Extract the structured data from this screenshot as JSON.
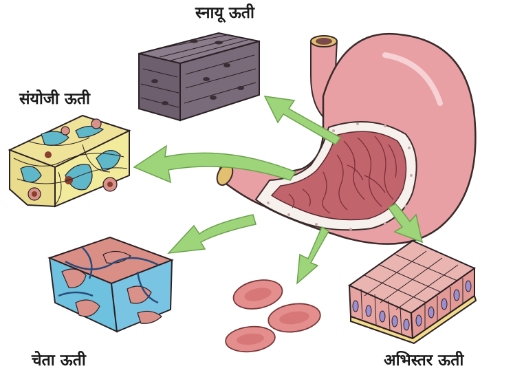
{
  "labels": {
    "muscle": "स्नायू ऊती",
    "connective": "संयोजी ऊती",
    "nerve": "चेता ऊती",
    "epithelial": "अभिस्तर ऊती"
  },
  "colors": {
    "stomach": "#e8a0a4",
    "stomach_inner": "#b85a63",
    "arrow": "#9ed57a",
    "muscle_block": "#6e5f6e",
    "connective_yellow": "#f2eb9c",
    "connective_blue": "#5fb8c9",
    "nerve_blue": "#6ec1df",
    "nerve_pink": "#d9918a",
    "epithelial": "#e7a4a0",
    "blood_cell": "#e58e8e"
  },
  "icons": [
    "stomach-illustration",
    "muscle-tissue-block",
    "connective-tissue-block",
    "nerve-tissue-block",
    "epithelial-tissue-block",
    "red-blood-cells"
  ]
}
